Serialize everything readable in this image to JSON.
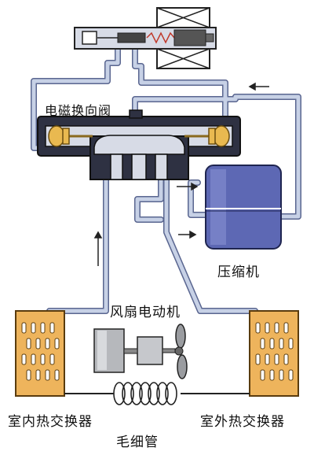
{
  "labels": {
    "valve": "电磁换向阀",
    "compressor": "压缩机",
    "fan_motor": "风扇电动机",
    "indoor_exchanger": "室内热交换器",
    "outdoor_exchanger": "室外热交换器",
    "capillary": "毛细管"
  },
  "colors": {
    "pipe": "#c7d1e6",
    "pipe_edge": "#5a6690",
    "valve_body": "#2e3142",
    "exchanger": "#eeb45c",
    "compressor": "#5d68b4",
    "coil": "#222222"
  }
}
